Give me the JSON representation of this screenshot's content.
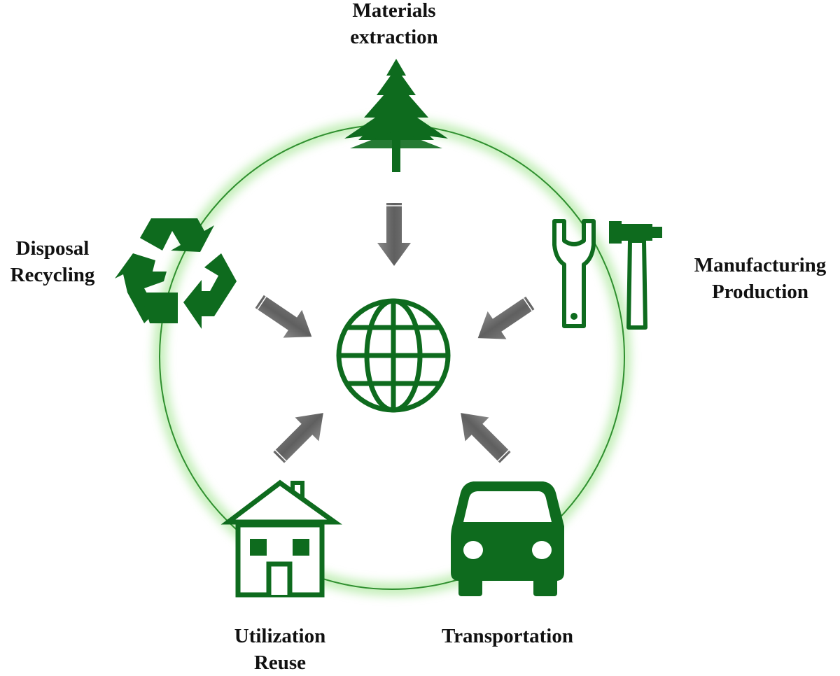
{
  "colors": {
    "icon_green": "#0e6b1e",
    "ring_green": "#2f8f2f",
    "glow_green": "#8fe07a",
    "arrow_gray": "#6a6a6a",
    "text": "#111111"
  },
  "stages": [
    {
      "id": "materials",
      "icon": "tree-icon",
      "lines": [
        "Materials",
        "extraction"
      ]
    },
    {
      "id": "manufacturing",
      "icon": "wrench-hammer-icon",
      "lines": [
        "Manufacturing",
        "Production"
      ]
    },
    {
      "id": "transportation",
      "icon": "car-icon",
      "lines": [
        "Transportation"
      ]
    },
    {
      "id": "utilization",
      "icon": "house-icon",
      "lines": [
        "Utilization",
        "Reuse"
      ]
    },
    {
      "id": "disposal",
      "icon": "recycle-icon",
      "lines": [
        "Disposal",
        "Recycling"
      ]
    }
  ],
  "center": {
    "icon": "globe-icon"
  },
  "arrow_icon": "arrow-icon"
}
